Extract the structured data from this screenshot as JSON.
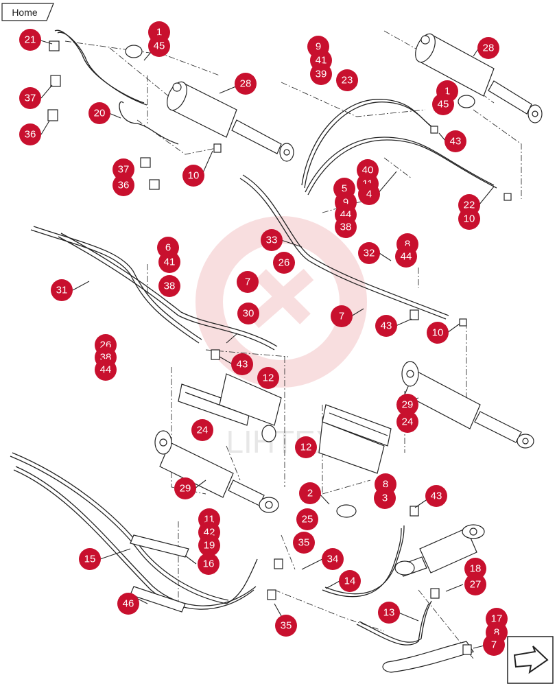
{
  "home": {
    "label": "Home"
  },
  "watermark": {
    "text": "LIHTEX",
    "color": "#f4c4c6"
  },
  "accent_color": "#c8102e",
  "callouts": [
    {
      "label": "21"
    },
    {
      "label": "1"
    },
    {
      "label": "45"
    },
    {
      "label": "28"
    },
    {
      "label": "37"
    },
    {
      "label": "20"
    },
    {
      "label": "36"
    },
    {
      "label": "37"
    },
    {
      "label": "36"
    },
    {
      "label": "10"
    },
    {
      "label": "28"
    },
    {
      "label": "9"
    },
    {
      "label": "41"
    },
    {
      "label": "39"
    },
    {
      "label": "23"
    },
    {
      "label": "1"
    },
    {
      "label": "45"
    },
    {
      "label": "43"
    },
    {
      "label": "40"
    },
    {
      "label": "11"
    },
    {
      "label": "4"
    },
    {
      "label": "5"
    },
    {
      "label": "9"
    },
    {
      "label": "44"
    },
    {
      "label": "38"
    },
    {
      "label": "22"
    },
    {
      "label": "10"
    },
    {
      "label": "33"
    },
    {
      "label": "26"
    },
    {
      "label": "32"
    },
    {
      "label": "8"
    },
    {
      "label": "44"
    },
    {
      "label": "6"
    },
    {
      "label": "41"
    },
    {
      "label": "38"
    },
    {
      "label": "31"
    },
    {
      "label": "7"
    },
    {
      "label": "30"
    },
    {
      "label": "7"
    },
    {
      "label": "43"
    },
    {
      "label": "10"
    },
    {
      "label": "26"
    },
    {
      "label": "38"
    },
    {
      "label": "44"
    },
    {
      "label": "43"
    },
    {
      "label": "12"
    },
    {
      "label": "29"
    },
    {
      "label": "24"
    },
    {
      "label": "24"
    },
    {
      "label": "12"
    },
    {
      "label": "29"
    },
    {
      "label": "2"
    },
    {
      "label": "8"
    },
    {
      "label": "3"
    },
    {
      "label": "43"
    },
    {
      "label": "25"
    },
    {
      "label": "11"
    },
    {
      "label": "42"
    },
    {
      "label": "19"
    },
    {
      "label": "35"
    },
    {
      "label": "15"
    },
    {
      "label": "16"
    },
    {
      "label": "34"
    },
    {
      "label": "18"
    },
    {
      "label": "27"
    },
    {
      "label": "14"
    },
    {
      "label": "46"
    },
    {
      "label": "13"
    },
    {
      "label": "35"
    },
    {
      "label": "17"
    },
    {
      "label": "8"
    },
    {
      "label": "7"
    }
  ]
}
